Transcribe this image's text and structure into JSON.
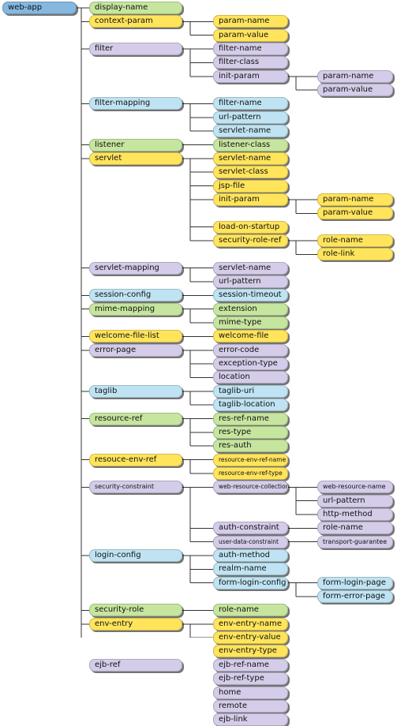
{
  "colors": {
    "blue": "#bfe3f2",
    "yellow": "#ffe45c",
    "purple": "#d4cce8",
    "green": "#c6e59e",
    "root": "#85b7df"
  },
  "root": {
    "label": "web-app",
    "color": "root"
  },
  "elements": [
    {
      "label": "display-name",
      "color": "green",
      "children": []
    },
    {
      "label": "context-param",
      "color": "yellow",
      "children": [
        {
          "label": "param-name",
          "color": "yellow"
        },
        {
          "label": "param-value",
          "color": "yellow"
        }
      ]
    },
    {
      "label": "filter",
      "color": "purple",
      "children": [
        {
          "label": "filter-name",
          "color": "purple"
        },
        {
          "label": "filter-class",
          "color": "purple"
        },
        {
          "label": "init-param",
          "color": "purple",
          "children": [
            {
              "label": "param-name",
              "color": "purple"
            },
            {
              "label": "param-value",
              "color": "purple"
            }
          ]
        }
      ]
    },
    {
      "label": "filter-mapping",
      "color": "blue",
      "children": [
        {
          "label": "filter-name",
          "color": "blue"
        },
        {
          "label": "url-pattern",
          "color": "blue"
        },
        {
          "label": "servlet-name",
          "color": "blue"
        }
      ]
    },
    {
      "label": "listener",
      "color": "green",
      "children": [
        {
          "label": "listener-class",
          "color": "green"
        }
      ]
    },
    {
      "label": "servlet",
      "color": "yellow",
      "children": [
        {
          "label": "servlet-name",
          "color": "yellow"
        },
        {
          "label": "servlet-class",
          "color": "yellow"
        },
        {
          "label": "jsp-file",
          "color": "yellow"
        },
        {
          "label": "init-param",
          "color": "yellow",
          "children": [
            {
              "label": "param-name",
              "color": "yellow"
            },
            {
              "label": "param-value",
              "color": "yellow"
            }
          ]
        },
        {
          "label": "load-on-startup",
          "color": "yellow"
        },
        {
          "label": "security-role-ref",
          "color": "yellow",
          "children": [
            {
              "label": "role-name",
              "color": "yellow"
            },
            {
              "label": "role-link",
              "color": "yellow"
            }
          ]
        }
      ]
    },
    {
      "label": "servlet-mapping",
      "color": "purple",
      "children": [
        {
          "label": "servlet-name",
          "color": "purple"
        },
        {
          "label": "url-pattern",
          "color": "purple"
        }
      ]
    },
    {
      "label": "session-config",
      "color": "blue",
      "children": [
        {
          "label": "session-timeout",
          "color": "blue"
        }
      ]
    },
    {
      "label": "mime-mapping",
      "color": "green",
      "children": [
        {
          "label": "extension",
          "color": "green"
        },
        {
          "label": "mime-type",
          "color": "green"
        }
      ]
    },
    {
      "label": "welcome-file-list",
      "color": "yellow",
      "children": [
        {
          "label": "welcome-file",
          "color": "yellow"
        }
      ]
    },
    {
      "label": "error-page",
      "color": "purple",
      "children": [
        {
          "label": "error-code",
          "color": "purple"
        },
        {
          "label": "exception-type",
          "color": "purple"
        },
        {
          "label": "location",
          "color": "purple"
        }
      ]
    },
    {
      "label": "taglib",
      "color": "blue",
      "children": [
        {
          "label": "taglib-uri",
          "color": "blue"
        },
        {
          "label": "taglib-location",
          "color": "blue"
        }
      ]
    },
    {
      "label": "resource-ref",
      "color": "green",
      "children": [
        {
          "label": "res-ref-name",
          "color": "green"
        },
        {
          "label": "res-type",
          "color": "green"
        },
        {
          "label": "res-auth",
          "color": "green"
        }
      ]
    },
    {
      "label": "resouce-env-ref",
      "color": "yellow",
      "children": [
        {
          "label": "resource-env-ref-name",
          "color": "yellow"
        },
        {
          "label": "resource-env-ref-type",
          "color": "yellow"
        }
      ]
    },
    {
      "label": "security-constraint",
      "color": "purple",
      "children": [
        {
          "label": "web-resource-collection",
          "color": "purple",
          "children": [
            {
              "label": "web-resource-name",
              "color": "purple"
            },
            {
              "label": "url-pattern",
              "color": "purple"
            },
            {
              "label": "http-method",
              "color": "purple"
            }
          ]
        },
        {
          "label": "auth-constraint",
          "color": "purple",
          "children": [
            {
              "label": "role-name",
              "color": "purple"
            }
          ]
        },
        {
          "label": "user-data-constraint",
          "color": "purple",
          "children": [
            {
              "label": "transport-guarantee",
              "color": "purple"
            }
          ]
        }
      ]
    },
    {
      "label": "login-config",
      "color": "blue",
      "children": [
        {
          "label": "auth-method",
          "color": "blue"
        },
        {
          "label": "realm-name",
          "color": "blue"
        },
        {
          "label": "form-login-config",
          "color": "blue",
          "children": [
            {
              "label": "form-login-page",
              "color": "blue"
            },
            {
              "label": "form-error-page",
              "color": "blue"
            }
          ]
        }
      ]
    },
    {
      "label": "security-role",
      "color": "green",
      "children": [
        {
          "label": "role-name",
          "color": "green"
        }
      ]
    },
    {
      "label": "env-entry",
      "color": "yellow",
      "children": [
        {
          "label": "env-entry-name",
          "color": "yellow"
        },
        {
          "label": "env-entry-value",
          "color": "yellow"
        },
        {
          "label": "env-entry-type",
          "color": "yellow"
        }
      ]
    },
    {
      "label": "ejb-ref",
      "color": "purple",
      "children": [
        {
          "label": "ejb-ref-name",
          "color": "purple"
        },
        {
          "label": "ejb-ref-type",
          "color": "purple"
        },
        {
          "label": "home",
          "color": "purple"
        },
        {
          "label": "remote",
          "color": "purple"
        },
        {
          "label": "ejb-link",
          "color": "purple"
        }
      ]
    }
  ]
}
